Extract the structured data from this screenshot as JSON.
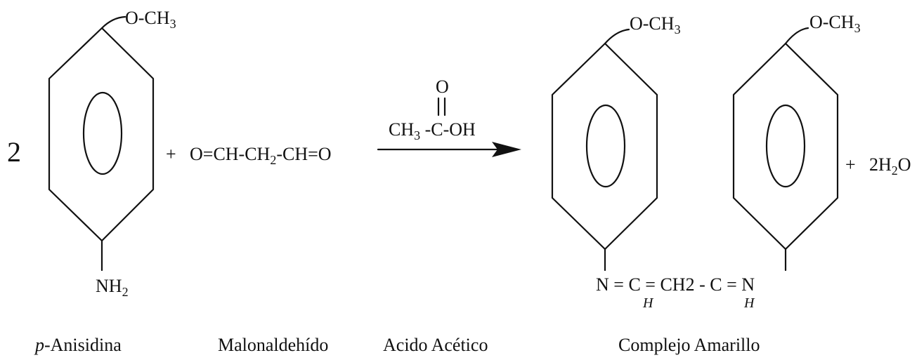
{
  "reactant1": {
    "coefficient": "2",
    "methoxy": "O-CH",
    "methoxy_sub": "3",
    "amine": "NH",
    "amine_sub": "2",
    "name_italic": "p",
    "name_rest": "-Anisidina"
  },
  "reactant2": {
    "plus": "+",
    "formula_a": "O=CH-CH",
    "formula_sub": "2",
    "formula_b": "-CH=O",
    "name": "Malonaldehído"
  },
  "catalyst": {
    "oxygen": "O",
    "double_bond": "||",
    "formula_a": "CH",
    "formula_sub": "3",
    "formula_b": " -C-OH",
    "name": "Acido Acético"
  },
  "product": {
    "methoxy_left": "O-CH",
    "methoxy_left_sub": "3",
    "methoxy_right": "O-CH",
    "methoxy_right_sub": "3",
    "bridge": "N = C = CH2 - C = N",
    "h_left": "H",
    "h_right": "H",
    "plus": "+",
    "water_a": "2H",
    "water_sub": "2",
    "water_b": "O",
    "name": "Complejo Amarillo"
  }
}
